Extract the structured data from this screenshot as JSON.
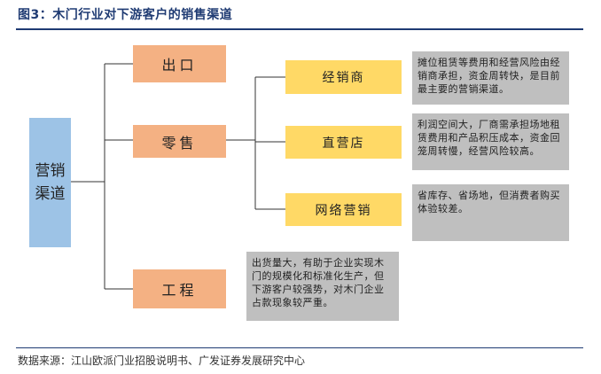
{
  "figure": {
    "title": "图3：木门行业对下游客户的销售渠道",
    "source": "数据来源：江山欧派门业招股说明书、广发证券发展研究中心"
  },
  "diagram": {
    "root": {
      "label_line1": "营销",
      "label_line2": "渠道"
    },
    "level1": {
      "export": "出口",
      "retail": "零售",
      "engineering": "工程"
    },
    "level2": {
      "dealer": "经销商",
      "direct_store": "直营店",
      "online": "网络营销"
    },
    "notes": {
      "dealer": "摊位租赁等费用和经营风险由经销商承担，资金周转快，是目前最主要的营销渠道。",
      "direct_store": "利润空间大，厂商需承担场地租赁费用和产品积压成本，资金回笼周转慢，经营风险较高。",
      "online": "省库存、省场地，但消费者购买体验较差。",
      "engineering": "出货量大，有助于企业实现木门的规模化和标准化生产，但下游客户较强势，对木门企业占款现象较严重。"
    }
  },
  "colors": {
    "root_fill": "#9dc3e6",
    "level1_fill": "#f4b183",
    "level2_fill": "#ffd966",
    "note_fill": "#bfbfbf",
    "title_color": "#1f3b73"
  }
}
